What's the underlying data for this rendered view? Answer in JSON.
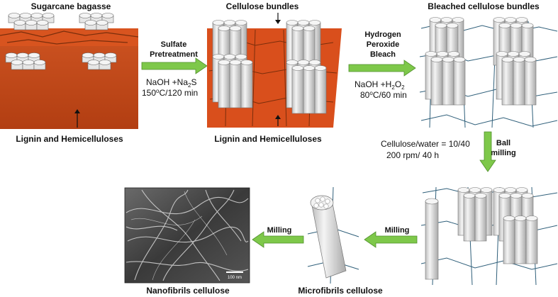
{
  "stages": {
    "bagasse": {
      "title": "Sugarcane bagasse",
      "caption": "Lignin and Hemicelluloses"
    },
    "pretreated": {
      "title": "Cellulose bundles",
      "caption": "Lignin and Hemicelluloses"
    },
    "bleached": {
      "title": "Bleached cellulose bundles"
    },
    "microfibrils": {
      "title": "Microfibrils cellulose"
    },
    "nanofibrils": {
      "title": "Nanofibrils cellulose",
      "scale_bar": "100 nm"
    }
  },
  "steps": {
    "sulfate": {
      "name_line1": "Sulfate",
      "name_line2": "Pretreatment",
      "chem_a": "NaOH +Na",
      "chem_sub": "2",
      "chem_b": "S",
      "temp_a": "150",
      "temp_sup": "o",
      "temp_b": "C/120 min"
    },
    "bleach": {
      "name_line1": "Hydrogen",
      "name_line2": "Peroxide",
      "name_line3": "Bleach",
      "chem_a": "NaOH +H",
      "chem_sub1": "2",
      "chem_mid": "O",
      "chem_sub2": "2",
      "temp_a": "80",
      "temp_sup": "o",
      "temp_b": "C/60 min"
    },
    "ball_milling": {
      "cond_line1": "Cellulose/water  = 10/40",
      "cond_line2": "200 rpm/ 40 h",
      "name_line1": "Ball",
      "name_line2": "milling"
    },
    "milling1": {
      "name": "Milling"
    },
    "milling2": {
      "name": "Milling"
    }
  },
  "colors": {
    "matrix_orange": "#d94f1c",
    "cellulose_grey": "#e3e3e3",
    "arrow_green": "#7ec84a",
    "mesh_blue": "#2f5f7a"
  }
}
